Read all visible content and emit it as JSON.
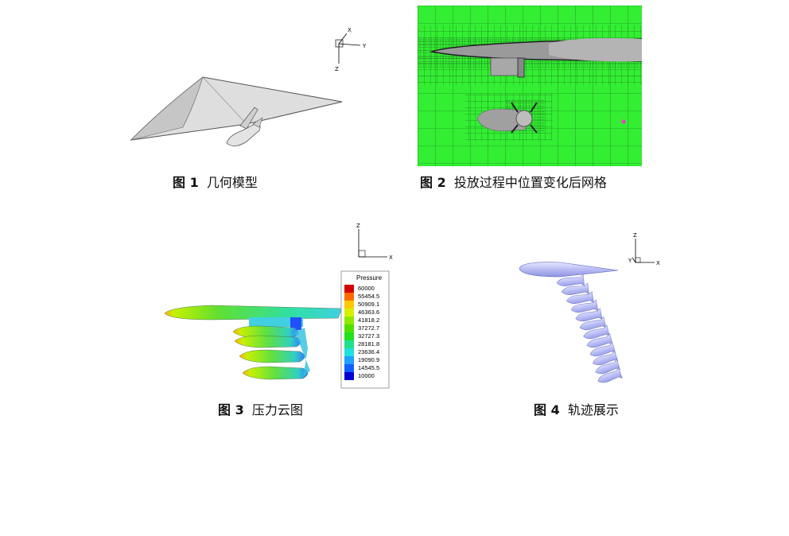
{
  "figures": [
    {
      "label": "图 1",
      "title": "几何模型"
    },
    {
      "label": "图 2",
      "title": "投放过程中位置变化后网格"
    },
    {
      "label": "图 3",
      "title": "压力云图"
    },
    {
      "label": "图 4",
      "title": "轨迹展示"
    }
  ],
  "axes": {
    "fig1": {
      "x": "X",
      "y": "Y",
      "z": "Z"
    },
    "fig3": {
      "x": "X",
      "z": "Z"
    },
    "fig4": {
      "x": "X",
      "y": "Y",
      "z": "Z"
    }
  },
  "legend": {
    "title": "Pressure",
    "levels": [
      "60000",
      "55454.5",
      "50909.1",
      "46363.6",
      "41818.2",
      "37272.7",
      "32727.3",
      "28181.8",
      "23636.4",
      "19090.9",
      "14545.5",
      "10000"
    ],
    "colors": [
      "#d40000",
      "#ff6a00",
      "#ffc800",
      "#d8f000",
      "#90e800",
      "#50e000",
      "#20e020",
      "#20e090",
      "#20e0e0",
      "#20a0ff",
      "#1060ff",
      "#0000d0"
    ]
  },
  "colors": {
    "mesh_bg": "#33ee33",
    "mesh_line": "#1a6a1a",
    "surface": "#dcdcdc",
    "trajectory": "#b8bcf4"
  }
}
